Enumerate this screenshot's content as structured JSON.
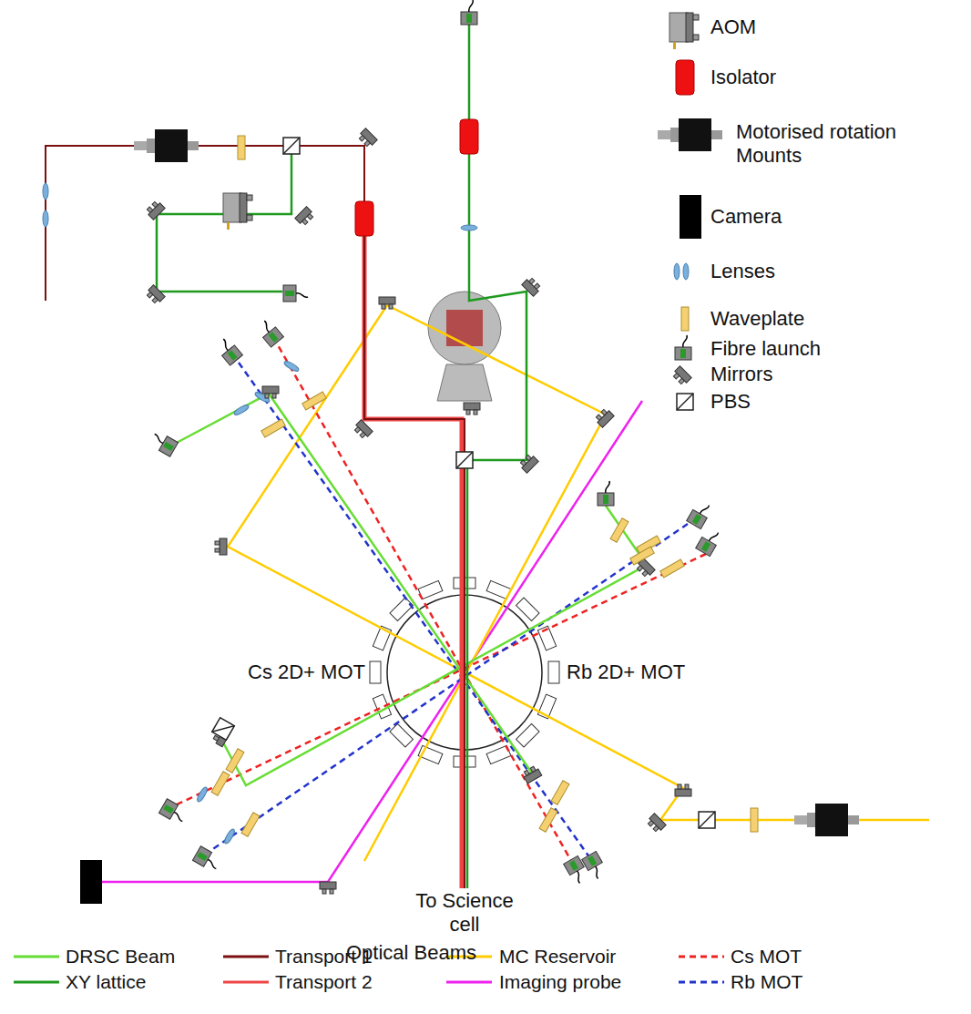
{
  "diagram": {
    "labels": [
      "Cs 2D+ MOT",
      "Rb 2D+ MOT",
      "To Science cell",
      "Optical Beams"
    ],
    "legend": [
      {
        "text": "AOM"
      },
      {
        "text": "Isolator"
      },
      {
        "text": "Motorised rotation Mounts"
      },
      {
        "text": "Camera"
      },
      {
        "text": "Lenses"
      },
      {
        "text": "Waveplate"
      },
      {
        "text": "Fibre launch"
      },
      {
        "text": "Mirrors"
      },
      {
        "text": "PBS"
      },
      {
        "text": "DRSC Beam"
      },
      {
        "text": "XY lattice"
      },
      {
        "text": "Transport 1"
      },
      {
        "text": "Transport 2"
      },
      {
        "text": "MC Reservoir"
      },
      {
        "text": "Imaging probe"
      },
      {
        "text": "Cs MOT"
      },
      {
        "text": "Rb MOT"
      }
    ]
  }
}
